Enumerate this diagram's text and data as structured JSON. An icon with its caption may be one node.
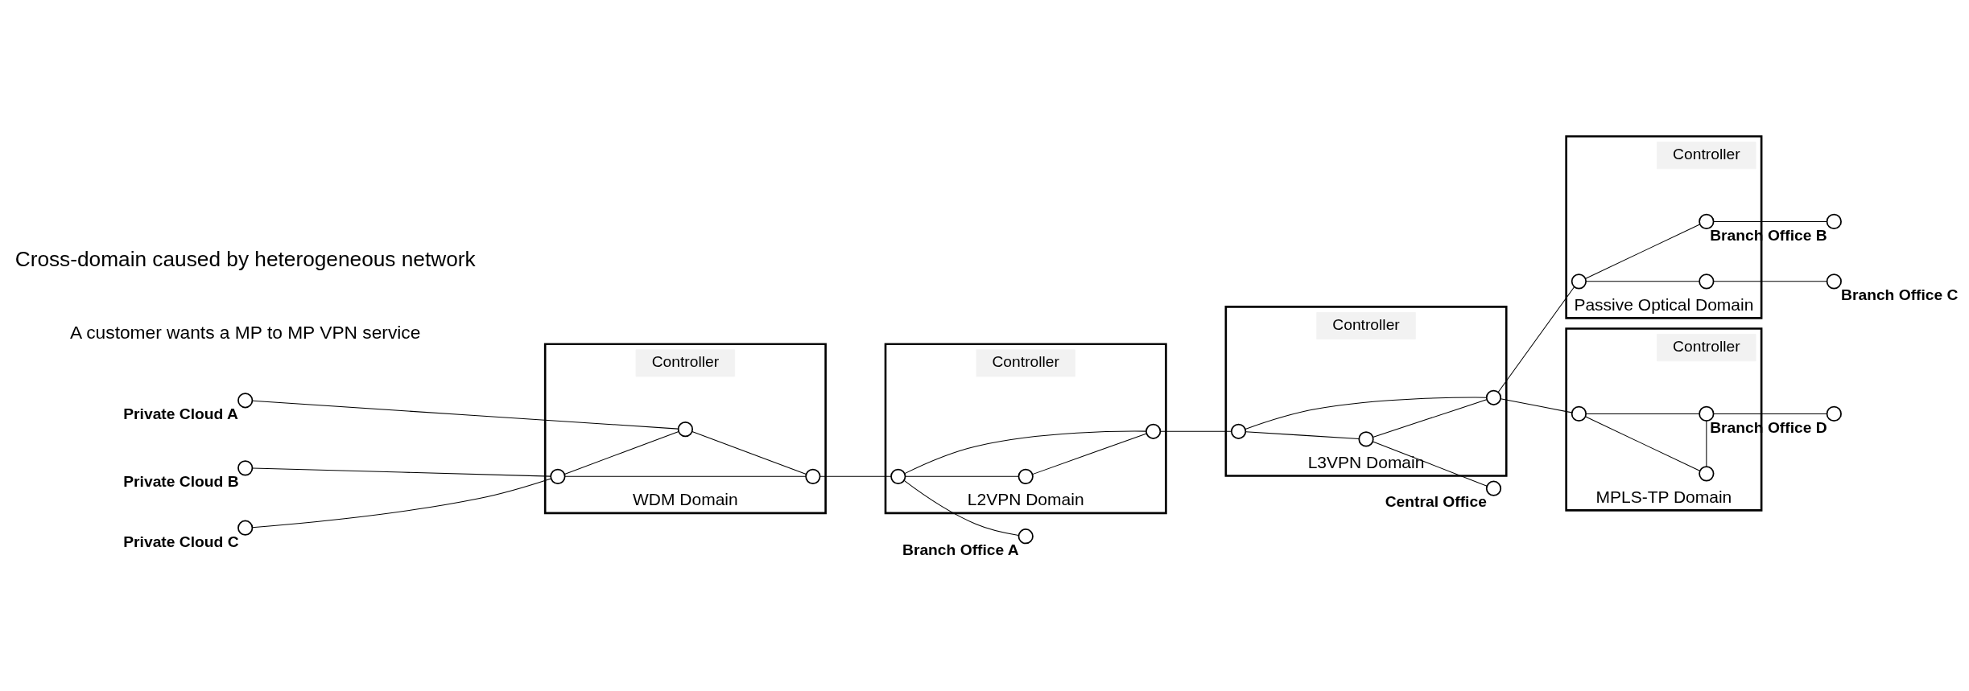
{
  "diagram": {
    "nodes": [
      {
        "text": [],
        "shape": "circle",
        "beside": [
          "Private Cloud A"
        ]
      },
      {
        "text": [],
        "shape": "circle",
        "beside": [
          "Private Cloud B"
        ]
      },
      {
        "text": [],
        "shape": "circle",
        "beside": [
          "Private Cloud C"
        ]
      },
      {
        "text": [
          "WDM Domain"
        ]
      },
      {
        "text": [
          "Controller"
        ],
        "in": 3
      },
      {
        "text": [],
        "shape": "circle",
        "in": 3
      },
      {
        "text": [],
        "shape": "circle",
        "in": 3
      },
      {
        "text": [],
        "shape": "circle",
        "in": 3
      },
      {
        "text": [],
        "shape": "circle",
        "beside": [
          "Branch Office A"
        ]
      },
      {
        "text": [
          "L2VPN Domain"
        ]
      },
      {
        "text": [
          "Controller"
        ],
        "in": 9
      },
      {
        "text": [],
        "shape": "circle",
        "in": 9
      },
      {
        "text": [],
        "shape": "circle",
        "in": 9
      },
      {
        "text": [],
        "shape": "circle",
        "in": 9
      },
      {
        "text": [],
        "shape": "circle",
        "beside": [
          "Central Office"
        ]
      },
      {
        "text": [
          "L3VPN Domain"
        ]
      },
      {
        "text": [
          "Controller"
        ],
        "in": 15
      },
      {
        "text": [],
        "shape": "circle",
        "in": 15
      },
      {
        "text": [],
        "shape": "circle",
        "in": 15
      },
      {
        "text": [],
        "shape": "circle",
        "in": 15
      },
      {
        "text": [],
        "shape": "circle",
        "beside": [
          "Branch Office B"
        ]
      },
      {
        "text": [
          "Passive Optical Domain"
        ]
      },
      {
        "text": [
          "Controller"
        ],
        "in": 21
      },
      {
        "text": [],
        "shape": "circle",
        "in": 21
      },
      {
        "text": [],
        "shape": "circle",
        "in": 21
      },
      {
        "text": [],
        "shape": "circle",
        "in": 21
      },
      {
        "text": [],
        "shape": "circle",
        "beside": [
          "Branch Office C"
        ]
      },
      {
        "text": [
          "MPLS-TP Domain"
        ]
      },
      {
        "text": [
          "Controller"
        ],
        "in": 27
      },
      {
        "text": [],
        "shape": "circle",
        "in": 27
      },
      {
        "text": [],
        "shape": "circle",
        "in": 27
      },
      {
        "text": [],
        "shape": "circle",
        "in": 27
      },
      {
        "text": [],
        "shape": "circle",
        "beside": [
          "Branch Office D"
        ]
      }
    ],
    "edges": [
      {
        "from": 0,
        "to": 5,
        "arrow": "none"
      },
      {
        "from": 1,
        "to": 6,
        "arrow": "none"
      },
      {
        "from": 2,
        "to": 6,
        "arrow": "none"
      },
      {
        "from": 6,
        "to": 5,
        "arrow": "none"
      },
      {
        "from": 5,
        "to": 7,
        "arrow": "none"
      },
      {
        "from": 6,
        "to": 7,
        "arrow": "none"
      },
      {
        "from": 7,
        "to": 11,
        "arrow": "none"
      },
      {
        "from": 11,
        "to": 8,
        "arrow": "none"
      },
      {
        "from": 11,
        "to": 13,
        "arrow": "none"
      },
      {
        "from": 11,
        "to": 12,
        "arrow": "none"
      },
      {
        "from": 12,
        "to": 13,
        "arrow": "none"
      },
      {
        "from": 13,
        "to": 17,
        "arrow": "none"
      },
      {
        "from": 17,
        "to": 18,
        "arrow": "none"
      },
      {
        "from": 18,
        "to": 14,
        "arrow": "none"
      },
      {
        "from": 18,
        "to": 19,
        "arrow": "none"
      },
      {
        "from": 17,
        "to": 19,
        "arrow": "none"
      },
      {
        "from": 19,
        "to": 23,
        "arrow": "none"
      },
      {
        "from": 19,
        "to": 29,
        "arrow": "none"
      },
      {
        "from": 23,
        "to": 24,
        "arrow": "none"
      },
      {
        "from": 23,
        "to": 25,
        "arrow": "none"
      },
      {
        "from": 24,
        "to": 20,
        "arrow": "none"
      },
      {
        "from": 25,
        "to": 26,
        "arrow": "none"
      },
      {
        "from": 29,
        "to": 30,
        "arrow": "none"
      },
      {
        "from": 29,
        "to": 31,
        "arrow": "none"
      },
      {
        "from": 30,
        "to": 31,
        "arrow": "none"
      },
      {
        "from": 31,
        "to": 32,
        "arrow": "none"
      }
    ],
    "labels": [
      "Cross-domain caused by heterogeneous network",
      "A customer wants a MP to MP VPN service"
    ]
  }
}
